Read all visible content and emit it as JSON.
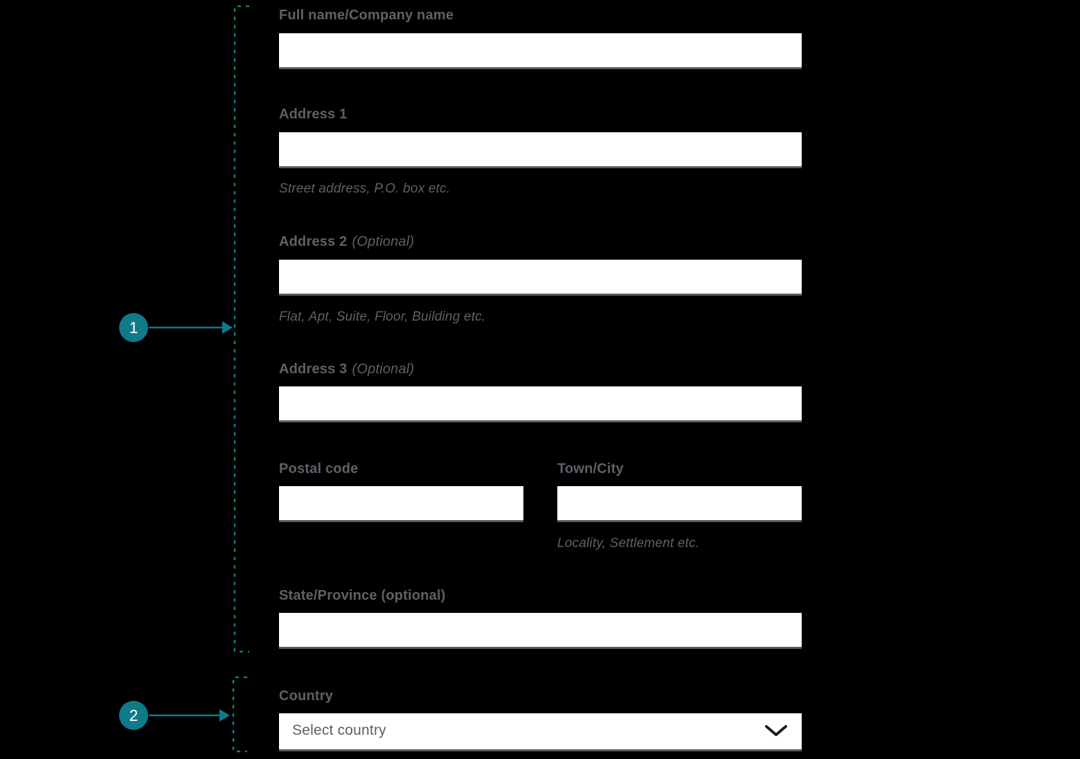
{
  "colors": {
    "background": "#000000",
    "accent_teal": "#0f7a8a",
    "label_gray": "#5c6269",
    "input_border_gray": "#565b64",
    "input_bg": "#ffffff",
    "chevron_dark": "#1b1d22"
  },
  "annotations": {
    "marker1": {
      "number": "1"
    },
    "marker2": {
      "number": "2"
    }
  },
  "form": {
    "full_name": {
      "label": "Full name/Company name",
      "value": ""
    },
    "address1": {
      "label": "Address 1",
      "hint": "Street address, P.O. box etc.",
      "value": ""
    },
    "address2": {
      "label": "Address 2",
      "optional": "(Optional)",
      "hint": "Flat, Apt, Suite, Floor, Building etc.",
      "value": ""
    },
    "address3": {
      "label": "Address 3",
      "optional": "(Optional)",
      "value": ""
    },
    "postal_code": {
      "label": "Postal code",
      "value": ""
    },
    "town_city": {
      "label": "Town/City",
      "hint": "Locality, Settlement etc.",
      "value": ""
    },
    "state_province": {
      "label": "State/Province (optional)",
      "value": ""
    },
    "country": {
      "label": "Country",
      "placeholder": "Select country"
    }
  }
}
